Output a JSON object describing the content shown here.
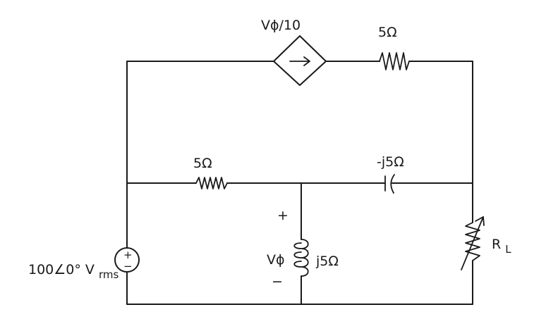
{
  "diagram": {
    "dependent_source": {
      "label": "Vϕ/10",
      "arrow_glyph": "→"
    },
    "resistor_top": {
      "label": "5Ω"
    },
    "resistor_mid": {
      "label": "5Ω"
    },
    "capacitor": {
      "label": "-j5Ω"
    },
    "inductor": {
      "label": "j5Ω"
    },
    "control_voltage": {
      "plus": "+",
      "name": "Vϕ",
      "minus": "−"
    },
    "voltage_source": {
      "label": "100∠0° V",
      "label_sub": "rms",
      "plus": "+",
      "minus": "−"
    },
    "load": {
      "label": "R",
      "label_sub": "L"
    }
  }
}
